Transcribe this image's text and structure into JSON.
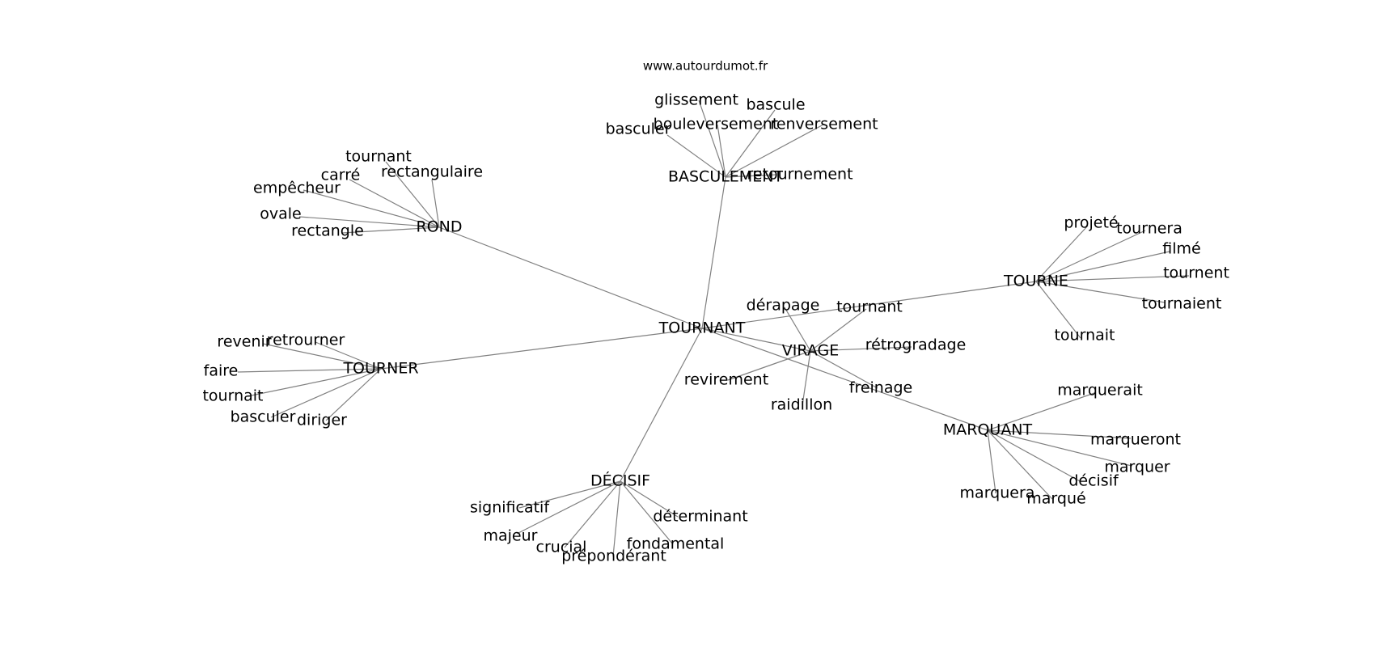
{
  "source": "www.autourdumot.fr",
  "hubs": [
    {
      "id": "tournant_center",
      "label": "TOURNANT"
    },
    {
      "id": "rond",
      "label": "ROND",
      "parent": "tournant_center",
      "leaves": [
        "tournant",
        "carré",
        "rectangulaire",
        "empêcheur",
        "ovale",
        "rectangle"
      ]
    },
    {
      "id": "basculement",
      "label": "BASCULEMENT",
      "parent": "tournant_center",
      "leaves": [
        "glissement",
        "bascule",
        "bouleversement",
        "renversement",
        "basculer",
        "retournement"
      ]
    },
    {
      "id": "tourne",
      "label": "TOURNE",
      "parent": "tournant_center",
      "leaves": [
        "projeté",
        "tournera",
        "filmé",
        "tournent",
        "tournaient",
        "tournait"
      ]
    },
    {
      "id": "tourner",
      "label": "TOURNER",
      "parent": "tournant_center",
      "leaves": [
        "revenir",
        "retrourner",
        "faire",
        "tournait",
        "basculer",
        "diriger"
      ]
    },
    {
      "id": "virage",
      "label": "VIRAGE",
      "parent": "tournant_center",
      "leaves": [
        "dérapage",
        "tournant",
        "rétrogradage",
        "revirement",
        "freinage",
        "raidillon"
      ]
    },
    {
      "id": "marquant",
      "label": "MARQUANT",
      "parent": "tournant_center",
      "leaves": [
        "marquerait",
        "marqueront",
        "marquer",
        "décisif",
        "marqué",
        "marquera"
      ]
    },
    {
      "id": "decisif",
      "label": "DÉCISIF",
      "parent": "tournant_center",
      "leaves": [
        "significatif",
        "majeur",
        "crucial",
        "prépondérant",
        "fondamental",
        "déterminant"
      ]
    }
  ]
}
